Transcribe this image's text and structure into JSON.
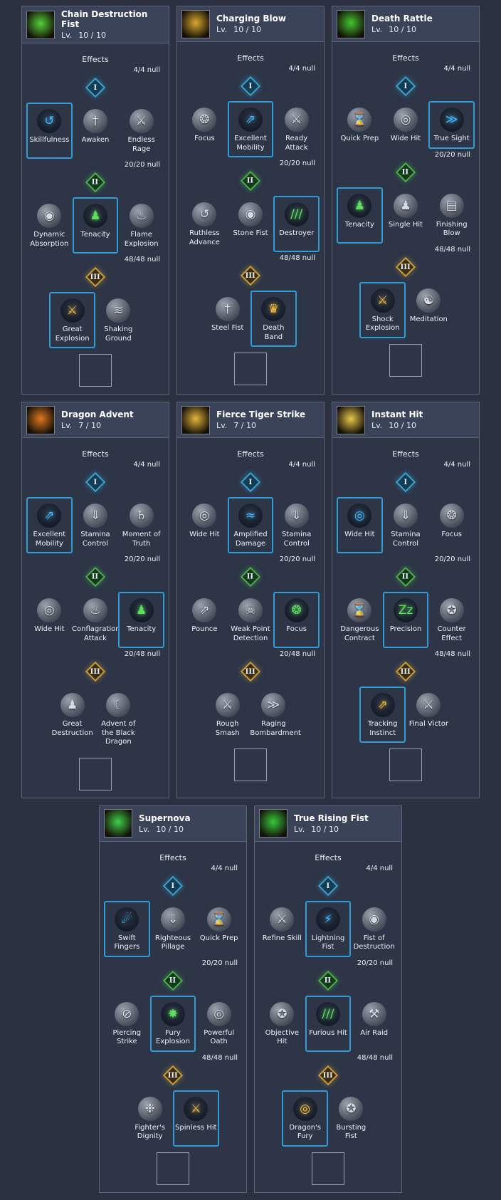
{
  "labels": {
    "effects": "Effects",
    "lv_prefix": "Lv."
  },
  "colors": {
    "page_bg": "#2b3140",
    "card_body": "#2d3547",
    "card_header": "#3a4357",
    "select_border": "#2e9cd6",
    "tier1": "#3ba2cc",
    "tier2": "#4cae4c",
    "tier3": "#c99d3c"
  },
  "skills": [
    {
      "name": "Chain Destruction Fist",
      "level": "10 / 10",
      "icon_color": "#54d13a",
      "tiers": [
        {
          "numeral": "I",
          "counter": "4/4 null",
          "options": [
            {
              "label": "Skillfulness",
              "icon": "swirl-icon",
              "glyph": "↺",
              "selected": true
            },
            {
              "label": "Awaken",
              "icon": "sword-icon",
              "glyph": "†"
            },
            {
              "label": "Endless Rage",
              "icon": "crossed-swords-icon",
              "glyph": "⚔"
            }
          ]
        },
        {
          "numeral": "II",
          "counter": "20/20 null",
          "options": [
            {
              "label": "Dynamic Absorption",
              "icon": "vortex-icon",
              "glyph": "◉"
            },
            {
              "label": "Tenacity",
              "icon": "person-icon",
              "glyph": "♟",
              "selected": true
            },
            {
              "label": "Flame Explosion",
              "icon": "flame-icon",
              "glyph": "♨"
            }
          ]
        },
        {
          "numeral": "III",
          "counter": "48/48 null",
          "options": [
            {
              "label": "Great Explosion",
              "icon": "crossed-swords-icon",
              "glyph": "⚔",
              "selected": true
            },
            {
              "label": "Shaking Ground",
              "icon": "ripples-icon",
              "glyph": "≋"
            }
          ]
        }
      ]
    },
    {
      "name": "Charging Blow",
      "level": "10 / 10",
      "icon_color": "#d8a830",
      "tiers": [
        {
          "numeral": "I",
          "counter": "4/4 null",
          "options": [
            {
              "label": "Focus",
              "icon": "orb-plus-icon",
              "glyph": "❂"
            },
            {
              "label": "Excellent Mobility",
              "icon": "leap-icon",
              "glyph": "⇗",
              "selected": true
            },
            {
              "label": "Ready Attack",
              "icon": "crossed-swords-icon",
              "glyph": "⚔"
            }
          ]
        },
        {
          "numeral": "II",
          "counter": "20/20 null",
          "options": [
            {
              "label": "Ruthless Advance",
              "icon": "swirl-icon",
              "glyph": "↺"
            },
            {
              "label": "Stone Fist",
              "icon": "vortex-icon",
              "glyph": "◉"
            },
            {
              "label": "Destroyer",
              "icon": "claws-icon",
              "glyph": "///",
              "selected": true
            }
          ]
        },
        {
          "numeral": "III",
          "counter": "48/48 null",
          "options": [
            {
              "label": "Steel Fist",
              "icon": "sword-icon",
              "glyph": "†"
            },
            {
              "label": "Death Band",
              "icon": "crown-icon",
              "glyph": "♛",
              "selected": true
            }
          ]
        }
      ]
    },
    {
      "name": "Death Rattle",
      "level": "10 / 10",
      "icon_color": "#43c532",
      "tiers": [
        {
          "numeral": "I",
          "counter": "4/4 null",
          "options": [
            {
              "label": "Quick Prep",
              "icon": "hourglass-icon",
              "glyph": "⌛"
            },
            {
              "label": "Wide Hit",
              "icon": "target-icon",
              "glyph": "◎"
            },
            {
              "label": "True Sight",
              "icon": "streak-icon",
              "glyph": "≫",
              "selected": true
            }
          ]
        },
        {
          "numeral": "II",
          "counter": "20/20 null",
          "options": [
            {
              "label": "Tenacity",
              "icon": "person-icon",
              "glyph": "♟",
              "selected": true
            },
            {
              "label": "Single Hit",
              "icon": "person-icon",
              "glyph": "♟"
            },
            {
              "label": "Finishing Blow",
              "icon": "altar-icon",
              "glyph": "▤"
            }
          ]
        },
        {
          "numeral": "III",
          "counter": "48/48 null",
          "options": [
            {
              "label": "Shock Explosion",
              "icon": "crossed-swords-icon",
              "glyph": "⚔",
              "selected": true
            },
            {
              "label": "Meditation",
              "icon": "meditation-icon",
              "glyph": "☯"
            }
          ]
        }
      ]
    },
    {
      "name": "Dragon Advent",
      "level": "7 / 10",
      "icon_color": "#e07820",
      "tiers": [
        {
          "numeral": "I",
          "counter": "4/4 null",
          "options": [
            {
              "label": "Excellent Mobility",
              "icon": "leap-icon",
              "glyph": "⇗",
              "selected": true
            },
            {
              "label": "Stamina Control",
              "icon": "orbs-down-icon",
              "glyph": "⇓"
            },
            {
              "label": "Moment of Truth",
              "icon": "planet-icon",
              "glyph": "♄"
            }
          ]
        },
        {
          "numeral": "II",
          "counter": "20/20 null",
          "options": [
            {
              "label": "Wide Hit",
              "icon": "target-icon",
              "glyph": "◎"
            },
            {
              "label": "Conflagration Attack",
              "icon": "flame-icon",
              "glyph": "♨"
            },
            {
              "label": "Tenacity",
              "icon": "person-icon",
              "glyph": "♟",
              "selected": true
            }
          ]
        },
        {
          "numeral": "III",
          "counter": "20/48 null",
          "options": [
            {
              "label": "Great Destruction",
              "icon": "person-icon",
              "glyph": "♟"
            },
            {
              "label": "Advent of the Black Dragon",
              "icon": "moon-icon",
              "glyph": "☾"
            }
          ]
        }
      ]
    },
    {
      "name": "Fierce Tiger Strike",
      "level": "7 / 10",
      "icon_color": "#e3b53a",
      "tiers": [
        {
          "numeral": "I",
          "counter": "4/4 null",
          "options": [
            {
              "label": "Wide Hit",
              "icon": "target-icon",
              "glyph": "◎"
            },
            {
              "label": "Amplified Damage",
              "icon": "wave-icon",
              "glyph": "≈",
              "selected": true
            },
            {
              "label": "Stamina Control",
              "icon": "orbs-down-icon",
              "glyph": "⇓"
            }
          ]
        },
        {
          "numeral": "II",
          "counter": "20/20 null",
          "options": [
            {
              "label": "Pounce",
              "icon": "leap-icon",
              "glyph": "⇗"
            },
            {
              "label": "Weak Point Detection",
              "icon": "skull-icon",
              "glyph": "☠"
            },
            {
              "label": "Focus",
              "icon": "orb-plus-icon",
              "glyph": "❂",
              "selected": true
            }
          ]
        },
        {
          "numeral": "III",
          "counter": "20/48 null",
          "options": [
            {
              "label": "Rough Smash",
              "icon": "crossed-swords-icon",
              "glyph": "⚔"
            },
            {
              "label": "Raging Bombardment",
              "icon": "arrows-icon",
              "glyph": "≫"
            }
          ]
        }
      ]
    },
    {
      "name": "Instant Hit",
      "level": "10 / 10",
      "icon_color": "#e8c84a",
      "tiers": [
        {
          "numeral": "I",
          "counter": "4/4 null",
          "options": [
            {
              "label": "Wide Hit",
              "icon": "target-icon",
              "glyph": "◎",
              "selected": true
            },
            {
              "label": "Stamina Control",
              "icon": "orbs-down-icon",
              "glyph": "⇓"
            },
            {
              "label": "Focus",
              "icon": "orb-plus-icon",
              "glyph": "❂"
            }
          ]
        },
        {
          "numeral": "II",
          "counter": "20/20 null",
          "options": [
            {
              "label": "Dangerous Contract",
              "icon": "hourglass-icon",
              "glyph": "⌛"
            },
            {
              "label": "Precision",
              "icon": "zzz-icon",
              "glyph": "Zz",
              "selected": true
            },
            {
              "label": "Counter Effect",
              "icon": "medal-icon",
              "glyph": "✪"
            }
          ]
        },
        {
          "numeral": "III",
          "counter": "48/48 null",
          "options": [
            {
              "label": "Tracking Instinct",
              "icon": "leap-icon",
              "glyph": "⇗",
              "selected": true
            },
            {
              "label": "Final Victor",
              "icon": "crossed-swords-icon",
              "glyph": "⚔"
            }
          ]
        }
      ]
    },
    {
      "name": "Supernova",
      "level": "10 / 10",
      "icon_color": "#3fcf4a",
      "tiers": [
        {
          "numeral": "I",
          "counter": "4/4 null",
          "options": [
            {
              "label": "Swift Fingers",
              "icon": "comet-icon",
              "glyph": "☄",
              "selected": true
            },
            {
              "label": "Righteous Pillage",
              "icon": "orbs-down-icon",
              "glyph": "⇓"
            },
            {
              "label": "Quick Prep",
              "icon": "hourglass-icon",
              "glyph": "⌛"
            }
          ]
        },
        {
          "numeral": "II",
          "counter": "20/20 null",
          "options": [
            {
              "label": "Piercing Strike",
              "icon": "orb-lines-icon",
              "glyph": "⊘"
            },
            {
              "label": "Fury Explosion",
              "icon": "burst-icon",
              "glyph": "✸",
              "selected": true
            },
            {
              "label": "Powerful Oath",
              "icon": "target-icon",
              "glyph": "◎"
            }
          ]
        },
        {
          "numeral": "III",
          "counter": "48/48 null",
          "options": [
            {
              "label": "Fighter's Dignity",
              "icon": "sparkle-icon",
              "glyph": "❉"
            },
            {
              "label": "Spinless Hit",
              "icon": "crossed-swords-icon",
              "glyph": "⚔",
              "selected": true
            }
          ]
        }
      ]
    },
    {
      "name": "True Rising Fist",
      "level": "10 / 10",
      "icon_color": "#38c93c",
      "tiers": [
        {
          "numeral": "I",
          "counter": "4/4 null",
          "options": [
            {
              "label": "Refine Skill",
              "icon": "crossed-swords-icon",
              "glyph": "⚔"
            },
            {
              "label": "Lightning Fist",
              "icon": "lightning-icon",
              "glyph": "⚡",
              "selected": true
            },
            {
              "label": "Fist of Destruction",
              "icon": "vortex-icon",
              "glyph": "◉"
            }
          ]
        },
        {
          "numeral": "II",
          "counter": "20/20 null",
          "options": [
            {
              "label": "Objective Hit",
              "icon": "medal-icon",
              "glyph": "✪"
            },
            {
              "label": "Furious Hit",
              "icon": "claws-icon",
              "glyph": "///",
              "selected": true
            },
            {
              "label": "Air Raid",
              "icon": "hammer-icon",
              "glyph": "⚒"
            }
          ]
        },
        {
          "numeral": "III",
          "counter": "48/48 null",
          "options": [
            {
              "label": "Dragon's Fury",
              "icon": "target-icon",
              "glyph": "◎",
              "selected": true
            },
            {
              "label": "Bursting Fist",
              "icon": "medal-icon",
              "glyph": "✪"
            }
          ]
        }
      ]
    }
  ]
}
